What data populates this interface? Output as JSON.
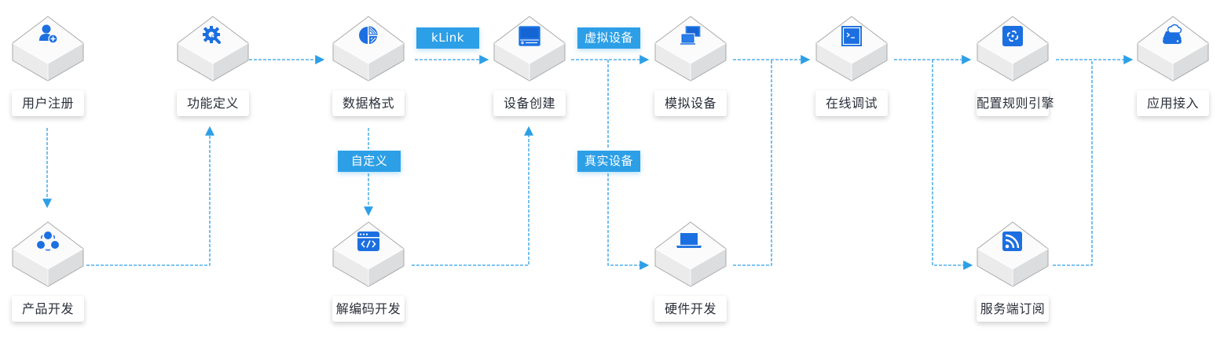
{
  "diagram": {
    "accent_color": "#2d9fe6",
    "icon_color": "#1c6fe0",
    "nodes": [
      {
        "id": "user-register",
        "label": "用户注册",
        "icon": "user-add-icon"
      },
      {
        "id": "product-dev",
        "label": "产品开发",
        "icon": "group-nodes-icon"
      },
      {
        "id": "function-define",
        "label": "功能定义",
        "icon": "gear-wrench-icon"
      },
      {
        "id": "data-format",
        "label": "数据格式",
        "icon": "pie-chart-icon"
      },
      {
        "id": "codec-dev",
        "label": "解编码开发",
        "icon": "code-window-icon"
      },
      {
        "id": "device-create",
        "label": "设备创建",
        "icon": "device-screen-icon"
      },
      {
        "id": "simulate-device",
        "label": "模拟设备",
        "icon": "dual-monitor-icon"
      },
      {
        "id": "hardware-dev",
        "label": "硬件开发",
        "icon": "laptop-icon"
      },
      {
        "id": "online-debug",
        "label": "在线调试",
        "icon": "terminal-icon"
      },
      {
        "id": "rule-engine",
        "label": "配置规则引擎",
        "icon": "rule-engine-icon"
      },
      {
        "id": "server-subscribe",
        "label": "服务端订阅",
        "icon": "rss-icon"
      },
      {
        "id": "app-access",
        "label": "应用接入",
        "icon": "cloud-storage-icon"
      }
    ],
    "tags": [
      {
        "id": "klink",
        "label": "kLink"
      },
      {
        "id": "custom",
        "label": "自定义"
      },
      {
        "id": "virtual-device",
        "label": "虚拟设备"
      },
      {
        "id": "real-device",
        "label": "真实设备"
      }
    ],
    "edges": [
      {
        "from": "user-register",
        "to": "product-dev"
      },
      {
        "from": "product-dev",
        "to": "function-define"
      },
      {
        "from": "function-define",
        "to": "data-format"
      },
      {
        "from": "data-format",
        "to": "device-create",
        "tag": "kLink"
      },
      {
        "from": "data-format",
        "to": "codec-dev",
        "tag": "自定义"
      },
      {
        "from": "codec-dev",
        "to": "device-create"
      },
      {
        "from": "device-create",
        "to": "simulate-device",
        "tag": "虚拟设备"
      },
      {
        "from": "device-create",
        "to": "hardware-dev",
        "tag": "真实设备"
      },
      {
        "from": "simulate-device",
        "to": "online-debug"
      },
      {
        "from": "hardware-dev",
        "to": "online-debug"
      },
      {
        "from": "online-debug",
        "to": "rule-engine"
      },
      {
        "from": "online-debug",
        "to": "server-subscribe"
      },
      {
        "from": "rule-engine",
        "to": "app-access"
      },
      {
        "from": "server-subscribe",
        "to": "app-access"
      }
    ]
  }
}
